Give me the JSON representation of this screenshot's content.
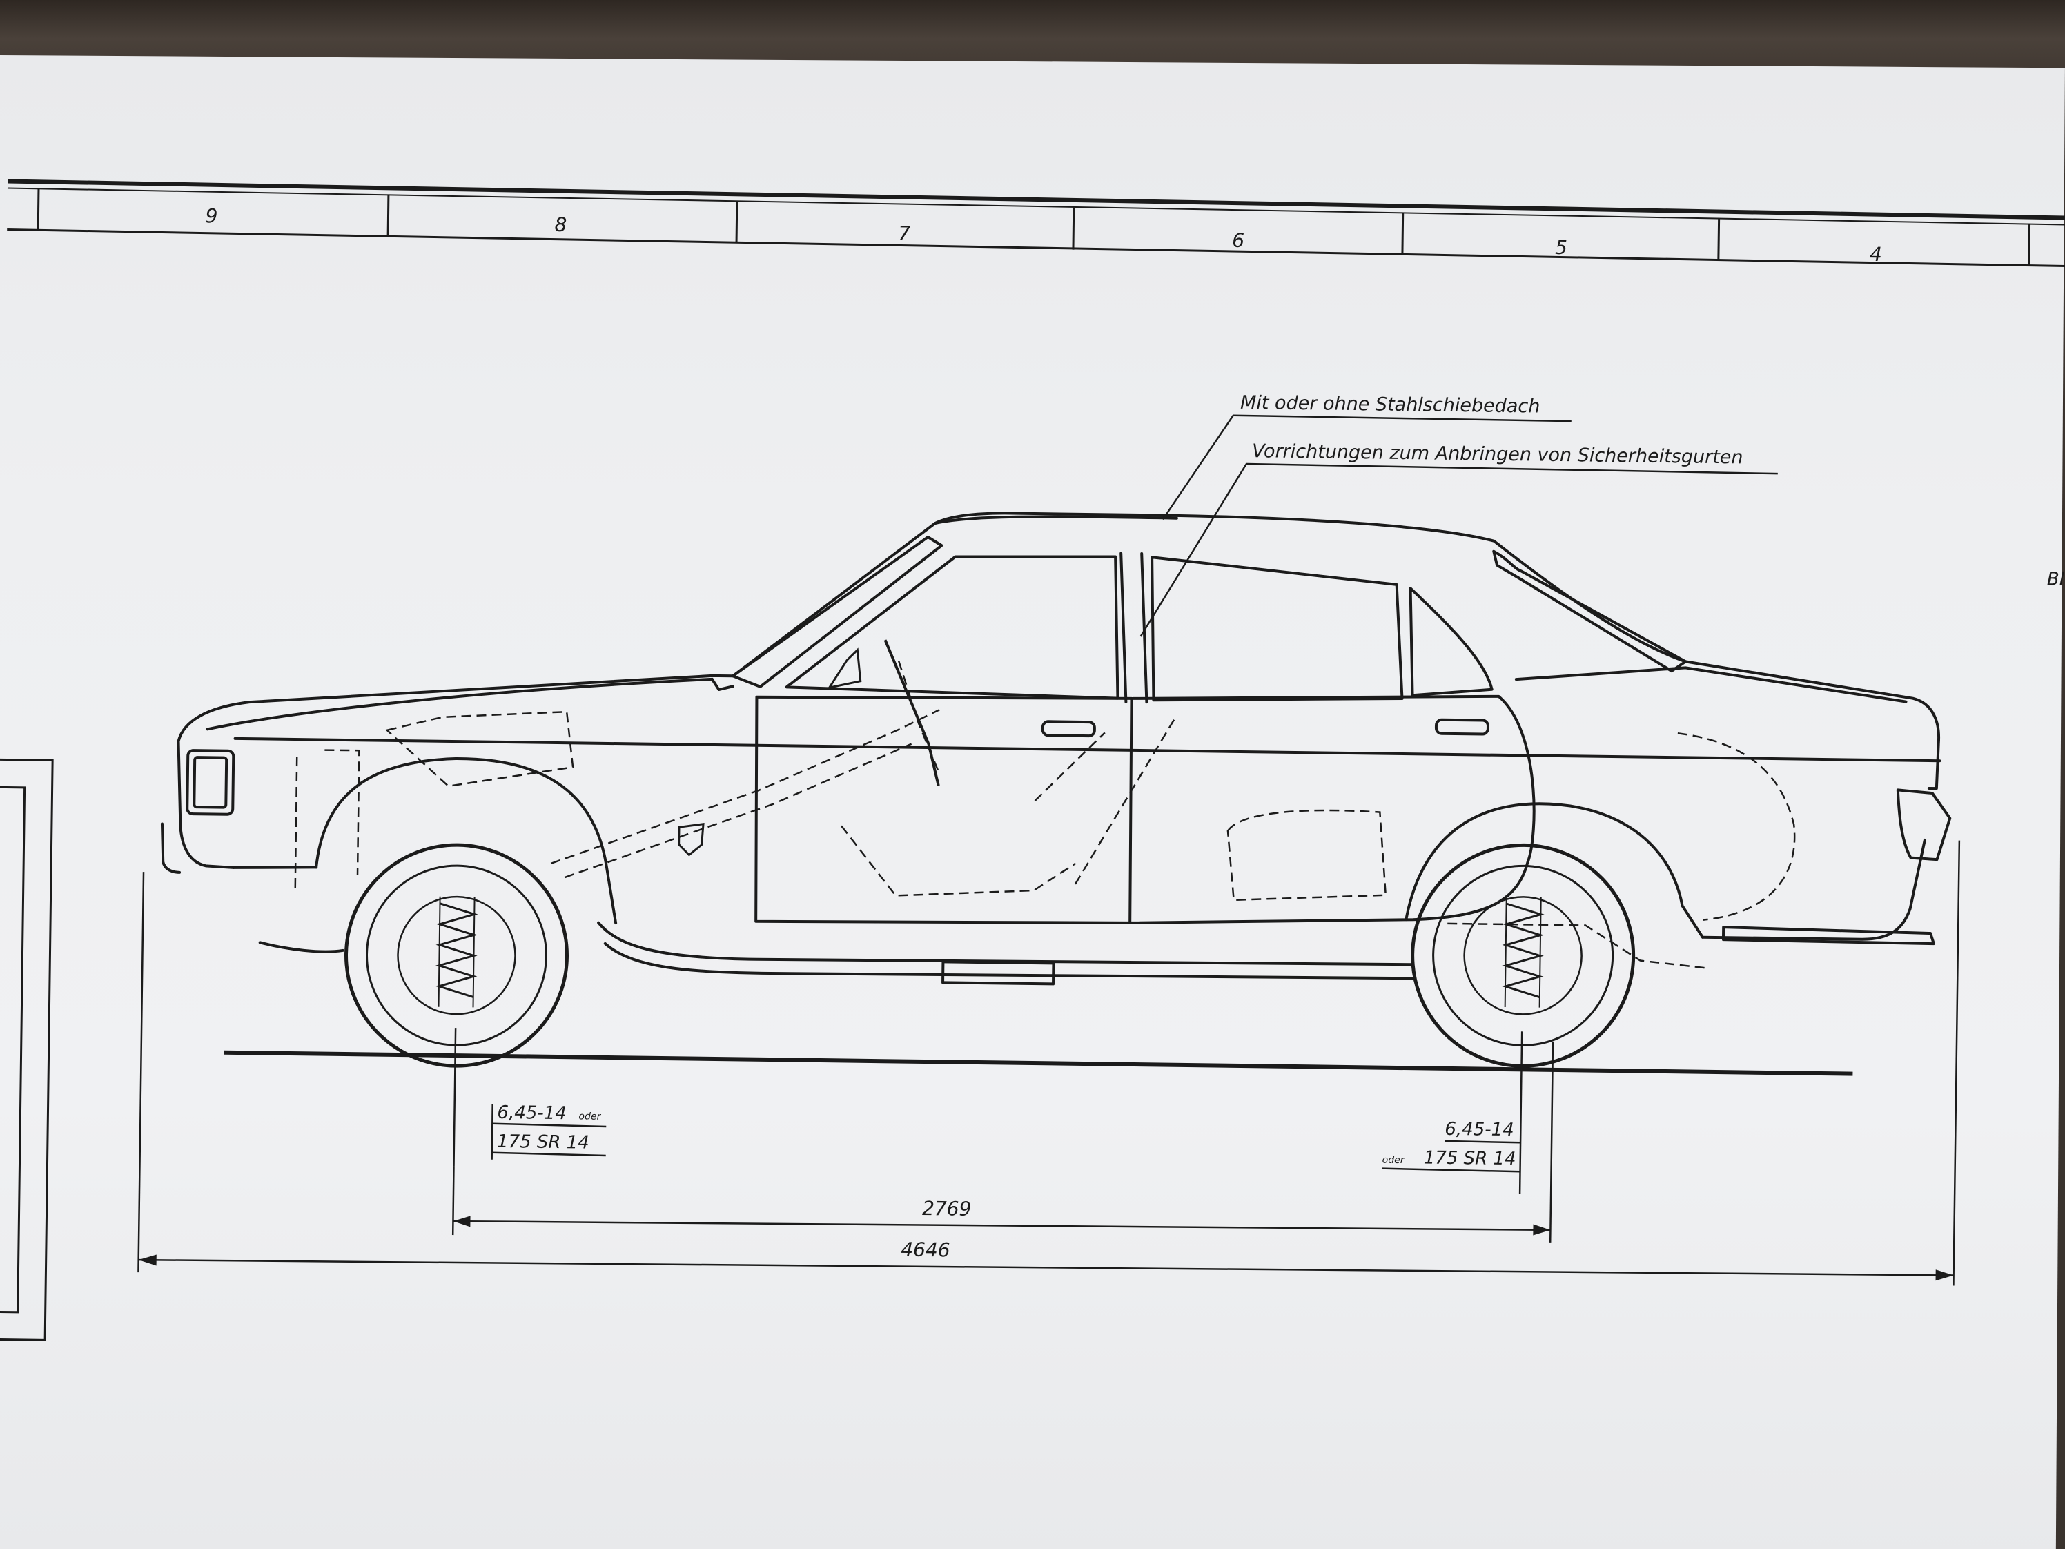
{
  "ruler": {
    "zones": [
      "9",
      "8",
      "7",
      "6",
      "5",
      "4"
    ]
  },
  "annotations": {
    "sunroof": "Mit oder ohne Stahlschiebedach",
    "seatbelts": "Vorrichtungen zum Anbringen von Sicherheitsgurten"
  },
  "tires": {
    "front_line1": "6,45-14",
    "front_line1_suffix": "oder",
    "front_line2": "175 SR 14",
    "rear_line1": "6,45-14",
    "rear_line2_prefix": "oder",
    "rear_line2": "175 SR 14"
  },
  "dimensions": {
    "wheelbase": "2769",
    "overall_length": "4646"
  },
  "edge_mark": "Bl",
  "colors": {
    "ink": "#1b1b1b",
    "paper": "#eeeff1"
  }
}
